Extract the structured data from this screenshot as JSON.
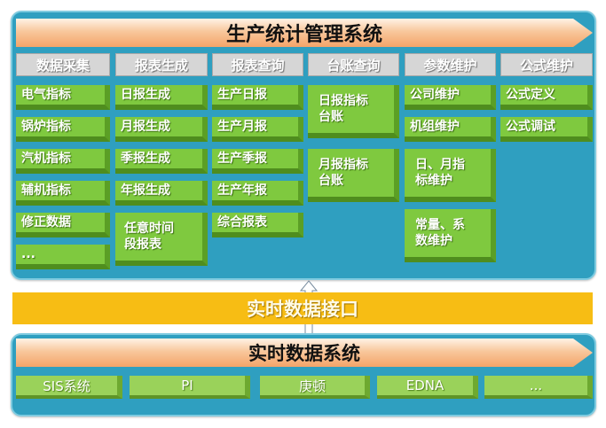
{
  "top_title": "生产统计管理系统",
  "columns": [
    {
      "header": "数据采集",
      "items": [
        "电气指标",
        "锅炉指标",
        "汽机指标",
        "辅机指标",
        "修正数据",
        "..."
      ]
    },
    {
      "header": "报表生成",
      "items": [
        "日报生成",
        "月报生成",
        "季报生成",
        "年报生成",
        "任意时间段报表"
      ]
    },
    {
      "header": "报表查询",
      "items": [
        "生产日报",
        "生产月报",
        "生产季报",
        "生产年报",
        "综合报表"
      ]
    },
    {
      "header": "台账查询",
      "items": [
        "日报指标台账",
        "月报指标台账"
      ]
    },
    {
      "header": "参数维护",
      "items": [
        "公司维护",
        "机组维护",
        "日、月指标维护",
        "常量、系数维护"
      ]
    },
    {
      "header": "公式维护",
      "items": [
        "公式定义",
        "公式调试"
      ]
    }
  ],
  "interface_label": "实时数据接口",
  "bottom_title": "实时数据系统",
  "bottom_items": [
    "SIS系统",
    "PI",
    "庚顿",
    "EDNA",
    "..."
  ]
}
